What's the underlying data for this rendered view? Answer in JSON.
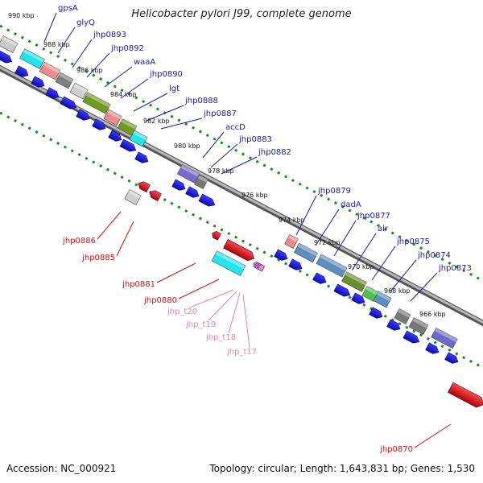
{
  "title": "Helicobacter pylori J99, complete genome",
  "footer": {
    "accession": "Accession: NC_000921",
    "summary": "Topology: circular; Length: 1,643,831 bp; Genes: 1,530"
  },
  "colors": {
    "blue": "#1212dd",
    "red": "#ee1111",
    "pink": "#ee88cc",
    "backbone": "#8a8a8a",
    "dots": "#1c8a1c",
    "gene_label_blue": "#1a1aa6",
    "gene_label_red": "#cc1111",
    "gene_label_pink": "#e27fbf"
  },
  "ticks": [
    {
      "label": "990 kbp"
    },
    {
      "label": "988 kbp"
    },
    {
      "label": "986 kbp"
    },
    {
      "label": "984 kbp"
    },
    {
      "label": "982 kbp"
    },
    {
      "label": "980 kbp"
    },
    {
      "label": "978 kbp"
    },
    {
      "label": "976 kbp"
    },
    {
      "label": "974 kbp"
    },
    {
      "label": "972 kbp"
    },
    {
      "label": "970 kbp"
    },
    {
      "label": "968 kbp"
    },
    {
      "label": "966 kbp"
    }
  ],
  "gene_labels": {
    "blue": [
      "gpsA",
      "glyQ",
      "jhp0893",
      "jhp0892",
      "waaA",
      "jhp0890",
      "lgt",
      "jhp0888",
      "jhp0887",
      "accD",
      "jhp0883",
      "jhp0882",
      "jhp0879",
      "dadA",
      "jhp0877",
      "alr",
      "jhp0875",
      "jhp0874",
      "jhp0873"
    ],
    "red": [
      "jhp0886",
      "jhp0885",
      "jhp0881",
      "jhp0880",
      "jhp0870"
    ],
    "pink": [
      "jhp_t20",
      "jhp_t19",
      "jhp_t18",
      "jhp_t17"
    ]
  }
}
